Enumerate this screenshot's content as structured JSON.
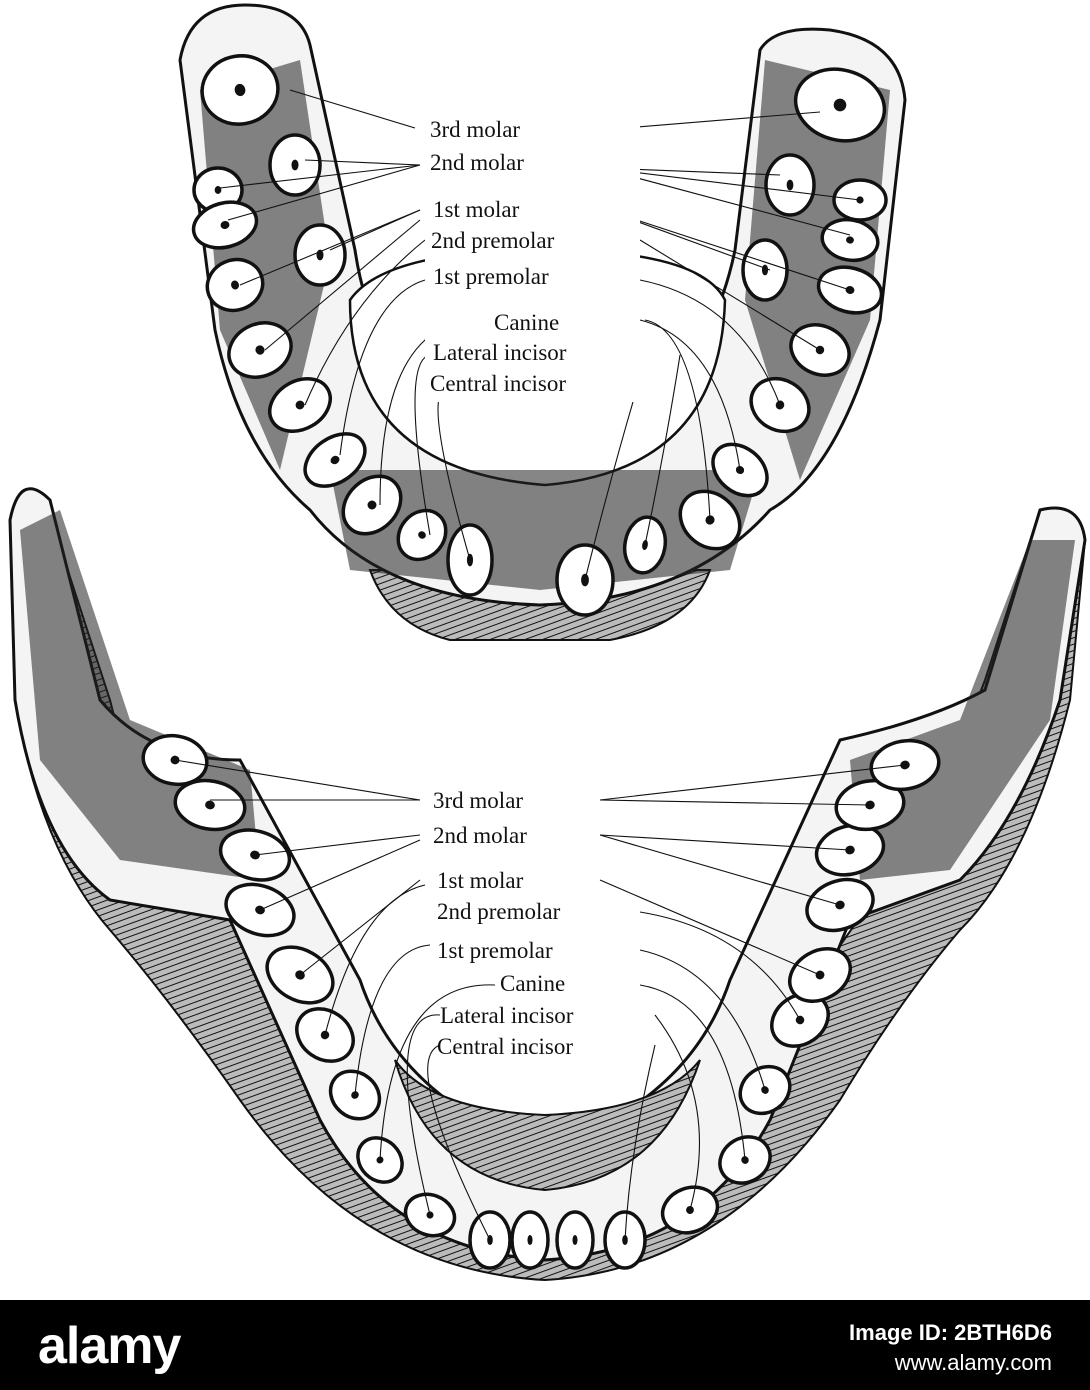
{
  "upper_jaw": {
    "labels": [
      "3rd molar",
      "2nd molar",
      "1st molar",
      "2nd premolar",
      "1st premolar",
      "Canine",
      "Lateral incisor",
      "Central incisor"
    ]
  },
  "lower_jaw": {
    "labels": [
      "3rd molar",
      "2nd molar",
      "1st molar",
      "2nd premolar",
      "1st premolar",
      "Canine",
      "Lateral incisor",
      "Central incisor"
    ]
  },
  "footer": {
    "brand": "alamy",
    "image_id": "Image ID: 2BTH6D6",
    "site": "www.alamy.com"
  },
  "colors": {
    "ink": "#111111",
    "paper": "#ffffff",
    "footer_bg": "#000000"
  }
}
